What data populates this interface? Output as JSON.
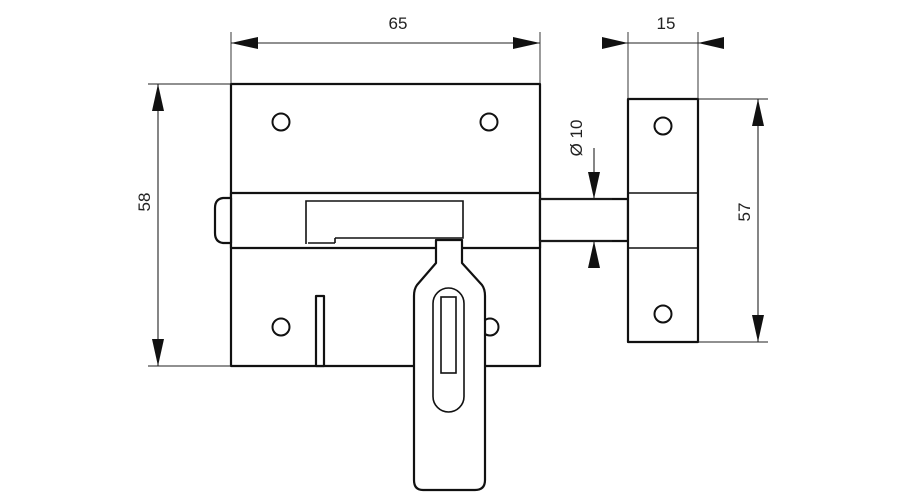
{
  "dimensions": {
    "width_body": "65",
    "height_body": "58",
    "bolt_diameter": "Ø 10",
    "keeper_width": "15",
    "keeper_height": "57"
  },
  "colors": {
    "line": "#111111",
    "background": "#ffffff"
  }
}
